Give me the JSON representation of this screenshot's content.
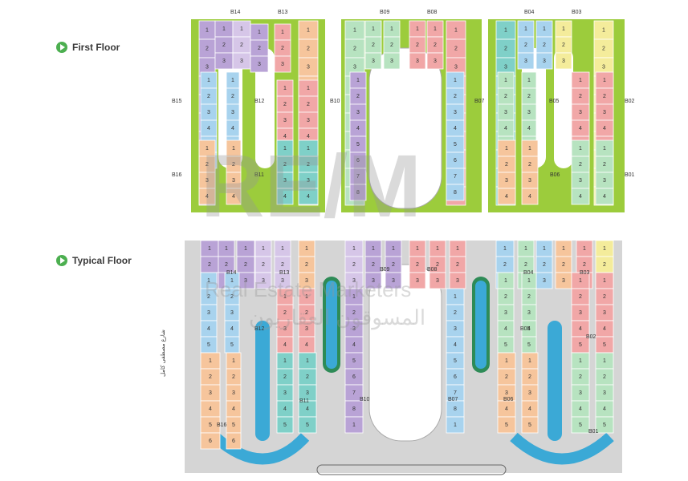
{
  "floors": {
    "first": {
      "label": "First Floor"
    },
    "typical": {
      "label": "Typical Floor"
    }
  },
  "blocks_first": [
    "B14",
    "B13",
    "B09",
    "B08",
    "B04",
    "B03",
    "B15",
    "B12",
    "B10",
    "B07",
    "B05",
    "B02",
    "B16",
    "B11",
    "B06",
    "B01"
  ],
  "blocks_typical": [
    "B14",
    "B13",
    "B12",
    "B11",
    "B09",
    "B08",
    "B10",
    "B07",
    "B04",
    "B03",
    "B05",
    "B02",
    "B06",
    "B01",
    "B16"
  ],
  "street_name": "شارع مصطفى كامل",
  "watermark": {
    "letters": "RE/M",
    "line1": "Real Estate Marketers",
    "line2": "المسوقون العقاريون"
  },
  "colors": {
    "green": "#9ccc3c",
    "purple": "#b9a3d6",
    "blue": "#a8d3ee",
    "pink": "#f1a7a7",
    "peach": "#f6c59c",
    "teal": "#7fd0c8",
    "mint": "#b7e3c0",
    "yellow": "#f4ec9b",
    "lavender": "#d6c6e8",
    "lightblue": "#cfe8f6",
    "gray": "#d5d5d5",
    "water": "#3ba9d6"
  }
}
